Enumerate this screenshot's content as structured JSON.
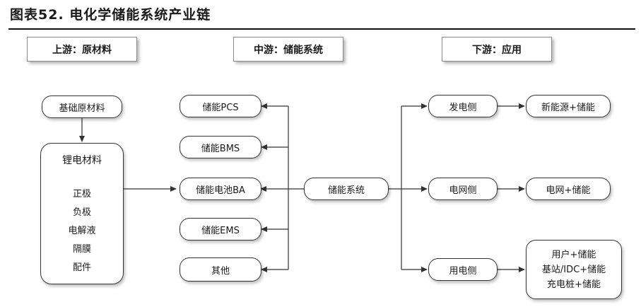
{
  "title": "图表52. 电化学储能系统产业链",
  "headers": {
    "upstream": "上游：原材料",
    "midstream": "中游：储能系统",
    "downstream": "下游：应用"
  },
  "upstream": {
    "raw": "基础原材料",
    "lithium_title": "锂电材料",
    "lithium_items": [
      "正极",
      "负极",
      "电解液",
      "隔膜",
      "配件"
    ]
  },
  "midstream": {
    "pcs": "储能PCS",
    "bms": "储能BMS",
    "battery": "储能电池BA",
    "ems": "储能EMS",
    "other": "其他",
    "system": "储能系统"
  },
  "downstream": {
    "generation": "发电侧",
    "grid": "电网侧",
    "user": "用电侧",
    "gen_app": "新能源+储能",
    "grid_app": "电网+储能",
    "user_apps": [
      "用户+储能",
      "基站/IDC+储能",
      "充电桩+储能"
    ]
  }
}
